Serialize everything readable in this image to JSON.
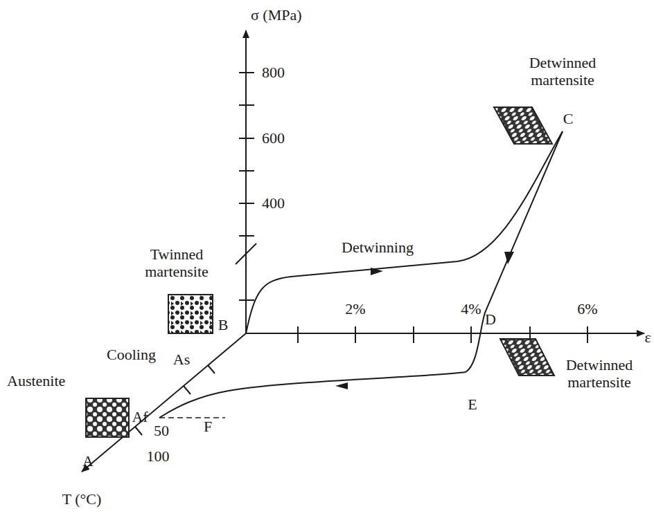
{
  "diagram": {
    "labels": [
      "σ (MPa)",
      "800",
      "600",
      "400",
      "Twinned martensite",
      "B",
      "Detwinning",
      "Detwinned martensite",
      "C",
      "2%",
      "4%",
      "6%",
      "ε",
      "D",
      "Detwinned martensite",
      "E",
      "Cooling",
      "As",
      "Austenite",
      "Af",
      "50",
      "F",
      "100",
      "A",
      "T (°C)"
    ]
  }
}
